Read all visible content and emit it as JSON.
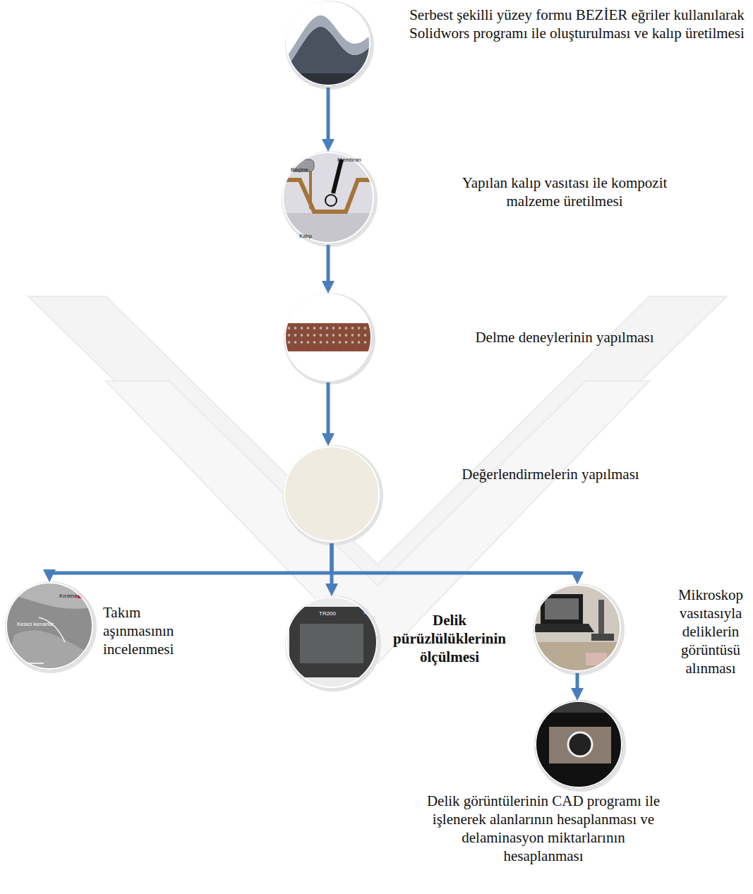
{
  "diagram": {
    "nodes": [
      {
        "text": [
          "Serbest şekilli yüzey formu BEZİER eğriler kullanılarak Solidwors programı ile oluşturulması ve kalıp üretilmesi"
        ]
      },
      {
        "text": [
          "Yapılan kalıp vasıtası ile kompozit malzeme üretilmesi"
        ]
      },
      {
        "text": [
          "Delme deneylerinin yapılması"
        ]
      },
      {
        "text": [
          "Değerlendirmelerin yapılması"
        ]
      },
      {
        "text": [
          "Takım aşınmasının incelenmesi"
        ]
      },
      {
        "text": [
          "Delik pürüzlülüklerinin ölçülmesi"
        ]
      },
      {
        "text": [
          "Mikroskop vasıtasıyla deliklerin görüntüsü alınması"
        ]
      },
      {
        "text": [
          "Delik görüntülerinin CAD programı ile işlenerek alanlarının hesaplanması ve delaminasyon miktarlarının hesaplanması"
        ]
      }
    ],
    "edges": [
      {
        "from": 0,
        "to": 1,
        "arrow": "to"
      },
      {
        "from": 1,
        "to": 2,
        "arrow": "to"
      },
      {
        "from": 2,
        "to": 3,
        "arrow": "to"
      },
      {
        "from": 3,
        "to": 4,
        "arrow": "to"
      },
      {
        "from": 3,
        "to": 5,
        "arrow": "to"
      },
      {
        "from": 3,
        "to": 6,
        "arrow": "to"
      },
      {
        "from": 6,
        "to": 7,
        "arrow": "to"
      }
    ],
    "labels": [
      "Reçine",
      "Membran",
      "Kalıp",
      "Kırılma",
      "Kesici kenarlar",
      "TR200"
    ]
  }
}
